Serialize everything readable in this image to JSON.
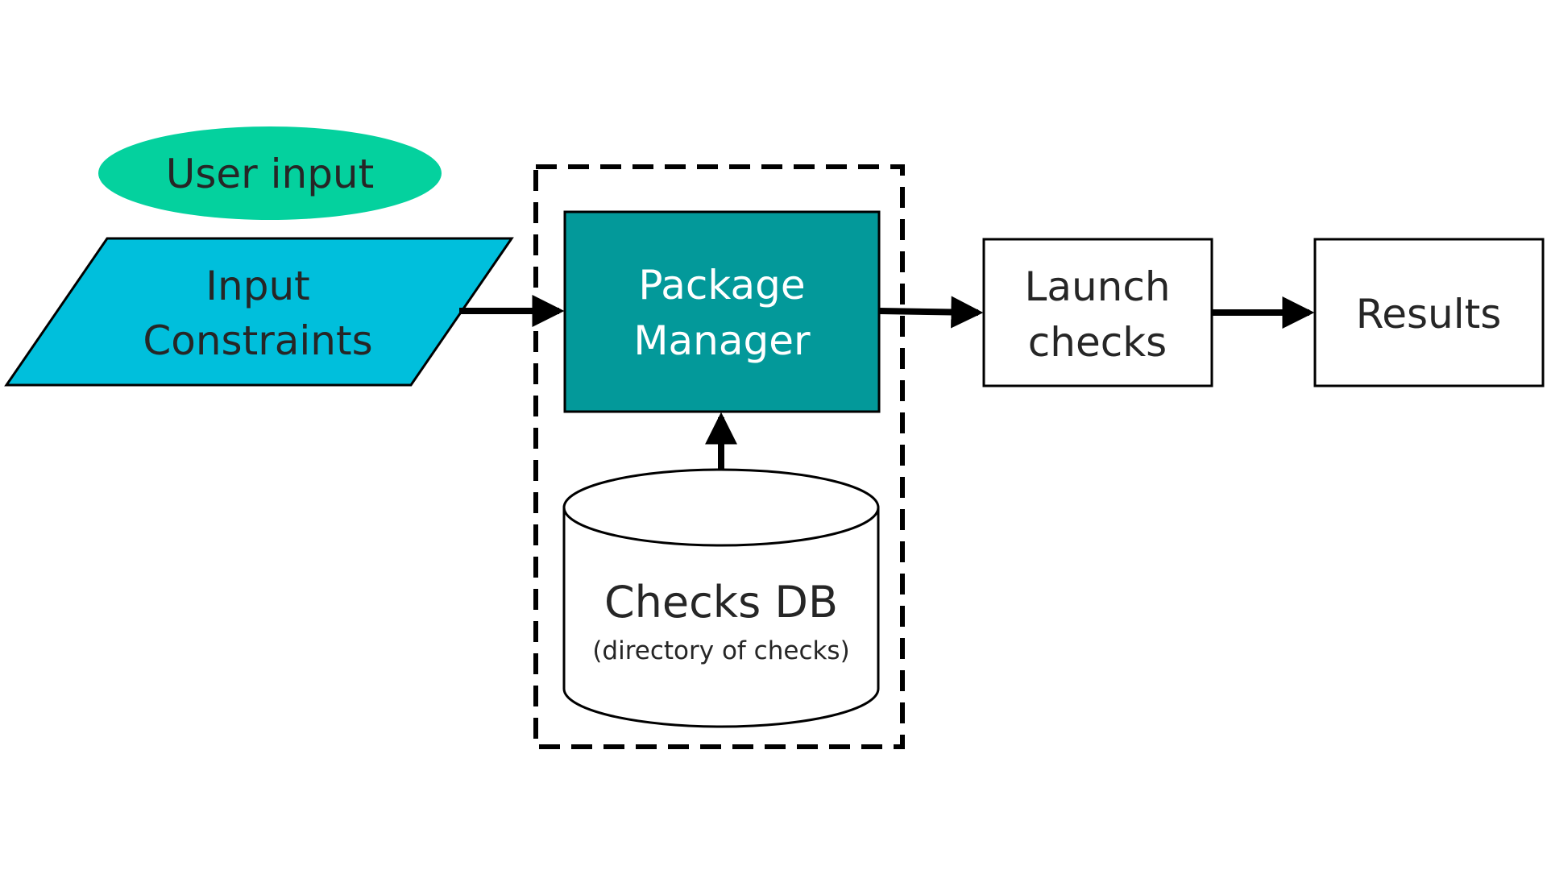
{
  "nodes": {
    "user_input": {
      "label": "User input"
    },
    "input_constraints": {
      "line1": "Input",
      "line2": "Constraints"
    },
    "package_manager": {
      "line1": "Package",
      "line2": "Manager"
    },
    "checks_db": {
      "title": "Checks DB",
      "subtitle": "(directory of checks)"
    },
    "launch_checks": {
      "line1": "Launch",
      "line2": "checks"
    },
    "results": {
      "label": "Results"
    }
  },
  "colors": {
    "user_input_fill": "#04D19E",
    "input_constraints_fill": "#00BFDC",
    "package_manager_fill": "#03999A",
    "stroke": "#000000",
    "text_dark": "#262626",
    "text_light": "#ffffff"
  }
}
